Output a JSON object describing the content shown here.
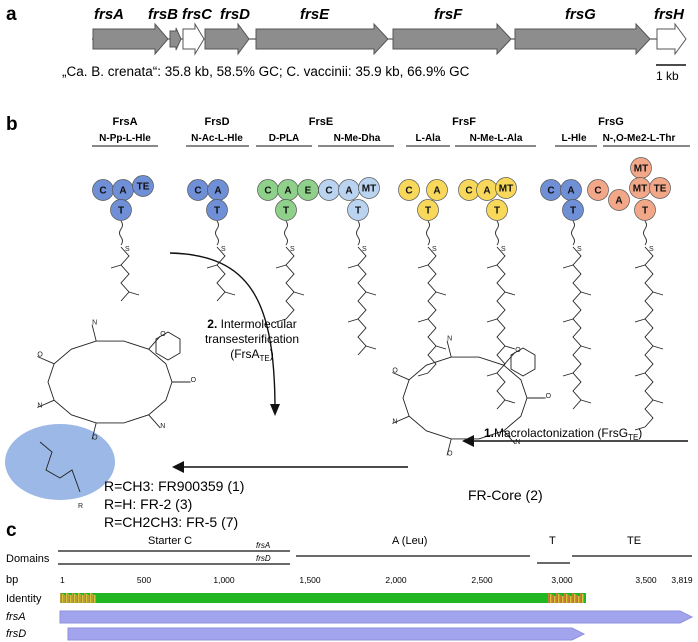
{
  "panel_a": {
    "label": "a",
    "genes": [
      "frsA",
      "frsB",
      "frsC",
      "frsD",
      "frsE",
      "frsF",
      "frsG",
      "frsH"
    ],
    "caption": "„Ca. B. crenata“: 35.8 kb, 58.5% GC; C. vaccinii: 35.9 kb, 66.9% GC",
    "scale_label": "1 kb"
  },
  "panel_b": {
    "label": "b",
    "modules": [
      {
        "name": "FrsA",
        "substrates": [
          "N-Pp-L-Hle"
        ]
      },
      {
        "name": "FrsD",
        "substrates": [
          "N-Ac-L-Hle"
        ]
      },
      {
        "name": "FrsE",
        "substrates": [
          "D-PLA",
          "N-Me-Dha"
        ]
      },
      {
        "name": "FrsF",
        "substrates": [
          "L-Ala",
          "N-Me-L-Ala"
        ]
      },
      {
        "name": "FrsG",
        "substrates": [
          "L-Hle",
          "N-,O-Me2-L-Thr"
        ]
      }
    ],
    "domain_letters": {
      "C": "C",
      "A": "A",
      "T": "T",
      "E": "E",
      "TE": "TE",
      "MT": "MT"
    },
    "step2": {
      "number": "2.",
      "text1": "Intermolecular",
      "text2": "transesterification",
      "text3": "(FrsA",
      "sub": "TE",
      "close": ")"
    },
    "step1": {
      "number": "1.",
      "text": "Macrolactonization (FrsG",
      "sub": "TE",
      "close": ")"
    },
    "core_label": "FR-Core (2)",
    "products": [
      "R=CH3: FR900359 (1)",
      "R=H: FR-2 (3)",
      "R=CH2CH3: FR-5 (7)"
    ],
    "colors": {
      "blue": "#6f8fd6",
      "green": "#8fd18a",
      "lightblue": "#b9d3f0",
      "yellow": "#f7d85a",
      "salmon": "#f2a789",
      "highlight": "#9bb8e6"
    }
  },
  "panel_c": {
    "label": "c",
    "domains_label": "Domains",
    "bp_label": "bp",
    "identity_label": "Identity",
    "domains": [
      {
        "name": "Starter C",
        "sub1": "frsA",
        "sub2": "frsD"
      },
      {
        "name": "A (Leu)"
      },
      {
        "name": "T"
      },
      {
        "name": "TE"
      }
    ],
    "ticks": [
      "1",
      "500",
      "1,000",
      "1,500",
      "2,000",
      "2,500",
      "3,000",
      "3,500",
      "3,819"
    ],
    "tracks": [
      "frsA",
      "frsD"
    ],
    "colors": {
      "identity": "#22b622",
      "track": "#a3a4ee"
    }
  }
}
